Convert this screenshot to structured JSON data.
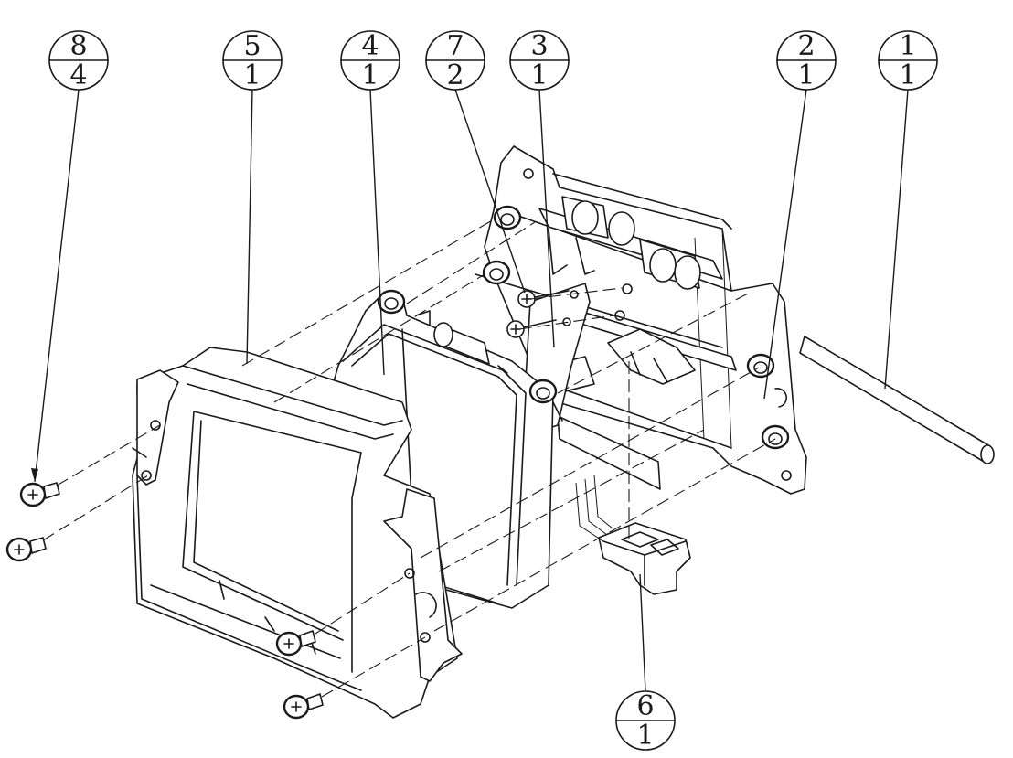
{
  "balloons": [
    {
      "item": "8",
      "qty": "4"
    },
    {
      "item": "5",
      "qty": "1"
    },
    {
      "item": "4",
      "qty": "1"
    },
    {
      "item": "7",
      "qty": "2"
    },
    {
      "item": "3",
      "qty": "1"
    },
    {
      "item": "2",
      "qty": "1"
    },
    {
      "item": "1",
      "qty": "1"
    },
    {
      "item": "6",
      "qty": "1"
    }
  ],
  "colors": {
    "line": "#1a1a1a",
    "background": "#ffffff"
  }
}
